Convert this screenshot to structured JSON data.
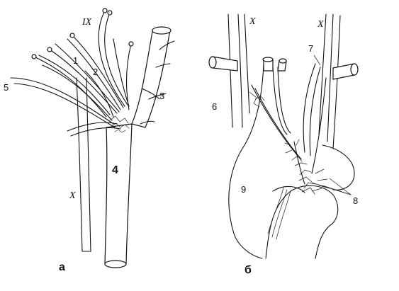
{
  "figure": {
    "panels": [
      {
        "id": "a",
        "caption": "а",
        "labels": {
          "ix": "IX",
          "x": "X",
          "n1": "1",
          "n2": "2",
          "n3": "3",
          "n4": "4",
          "n5": "5"
        }
      },
      {
        "id": "b",
        "caption": "б",
        "labels": {
          "x_left": "X",
          "x_right": "X",
          "n6": "6",
          "n7": "7",
          "n8": "8",
          "n9": "9"
        }
      }
    ]
  }
}
